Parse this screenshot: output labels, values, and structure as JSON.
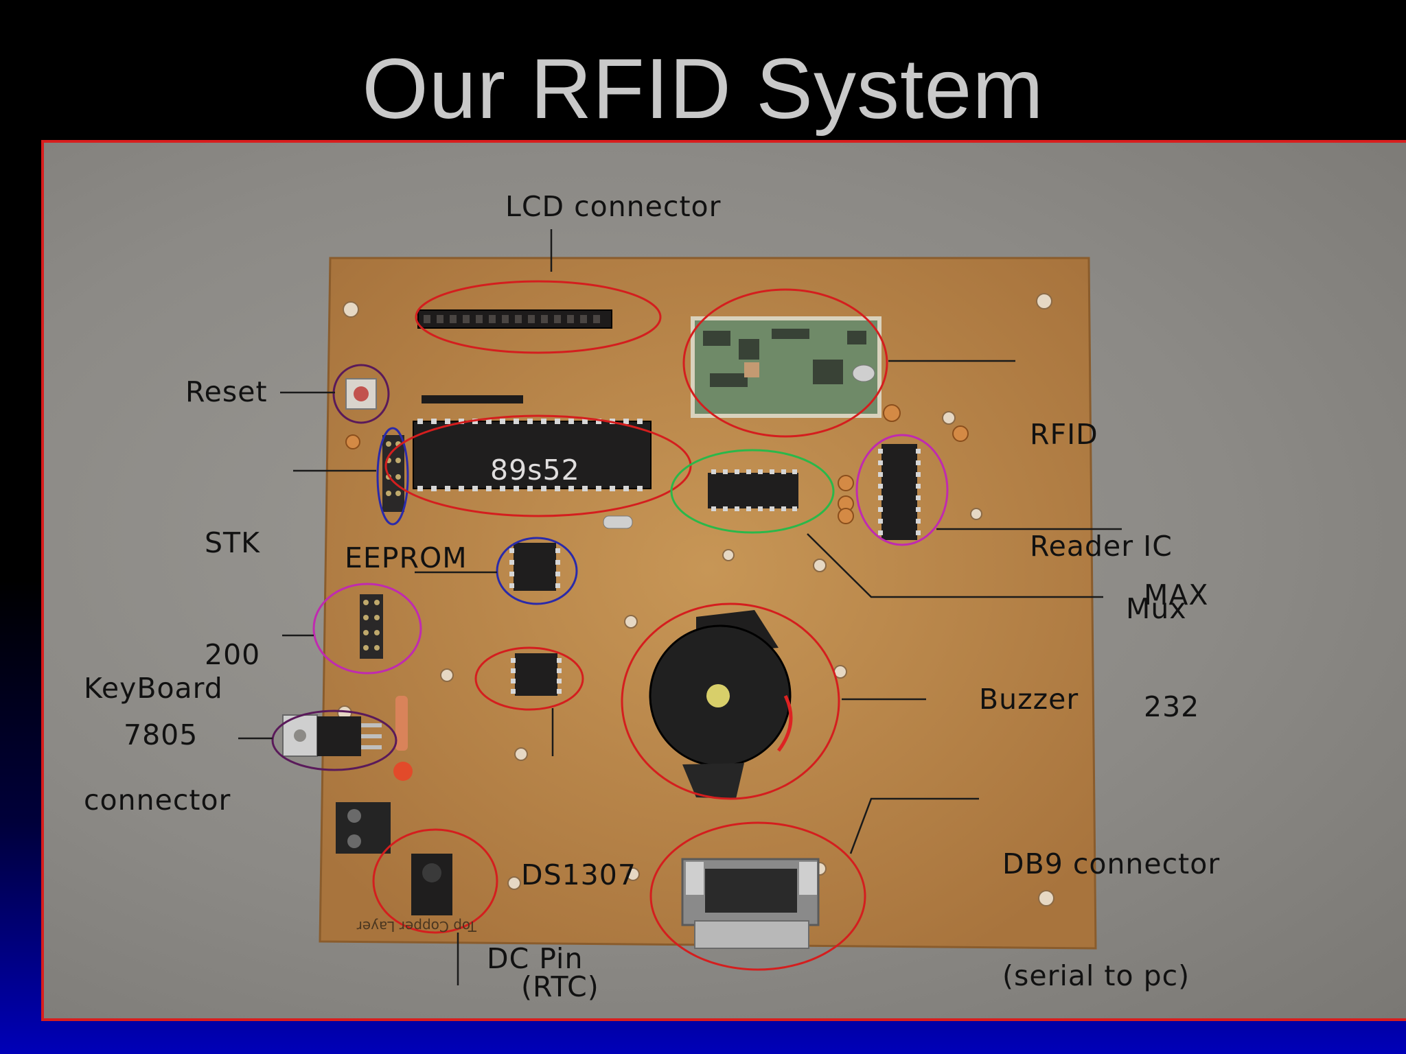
{
  "title": "Our RFID System",
  "colors": {
    "title_text": "#c9c9c9",
    "frame_border": "#d81e1e",
    "pcb": "#c08a4c",
    "background_top": "#000000",
    "background_bottom": "#0000b8"
  },
  "labels": {
    "lcd_connector": "LCD connector",
    "reset": "Reset",
    "stk_line1": "STK",
    "stk_line2": "200",
    "mcu": "89s52",
    "eeprom": "EEPROM",
    "keyboard_line1": "KeyBoard",
    "keyboard_line2": "connector",
    "regulator": "7805",
    "rtc_line1": "DS1307",
    "rtc_line2": "(RTC)",
    "dc_pin": "DC Pin",
    "rfid_line1": "RFID",
    "rfid_line2": "Reader IC",
    "max_line1": "MAX",
    "max_line2": "232",
    "mux": "Mux",
    "buzzer": "Buzzer",
    "db9_line1": "DB9 connector",
    "db9_line2": "(serial to pc)",
    "pcb_silkscreen": "Top Copper Layer"
  },
  "icons": [
    "pcb-board-icon",
    "ic-chip-icon",
    "buzzer-icon",
    "db9-connector-icon",
    "voltage-regulator-icon"
  ]
}
